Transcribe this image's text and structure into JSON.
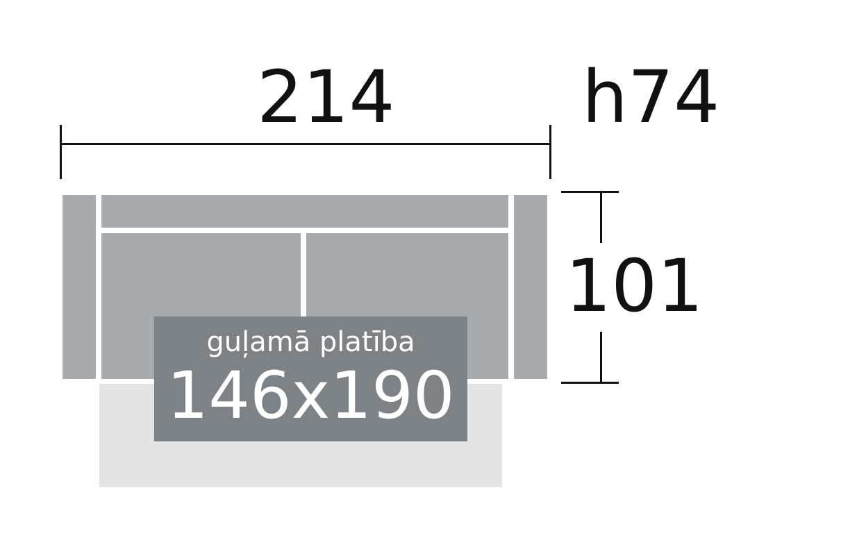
{
  "dimensions": {
    "width": "214",
    "height": "h74",
    "depth": "101"
  },
  "sleeping_area": {
    "label": "guļamā platība",
    "size": "146x190"
  },
  "colors": {
    "sofa": "#a7abae",
    "label_box": "#7c8286",
    "bed_extension": "#e4e4e4",
    "lines": "#111111"
  }
}
